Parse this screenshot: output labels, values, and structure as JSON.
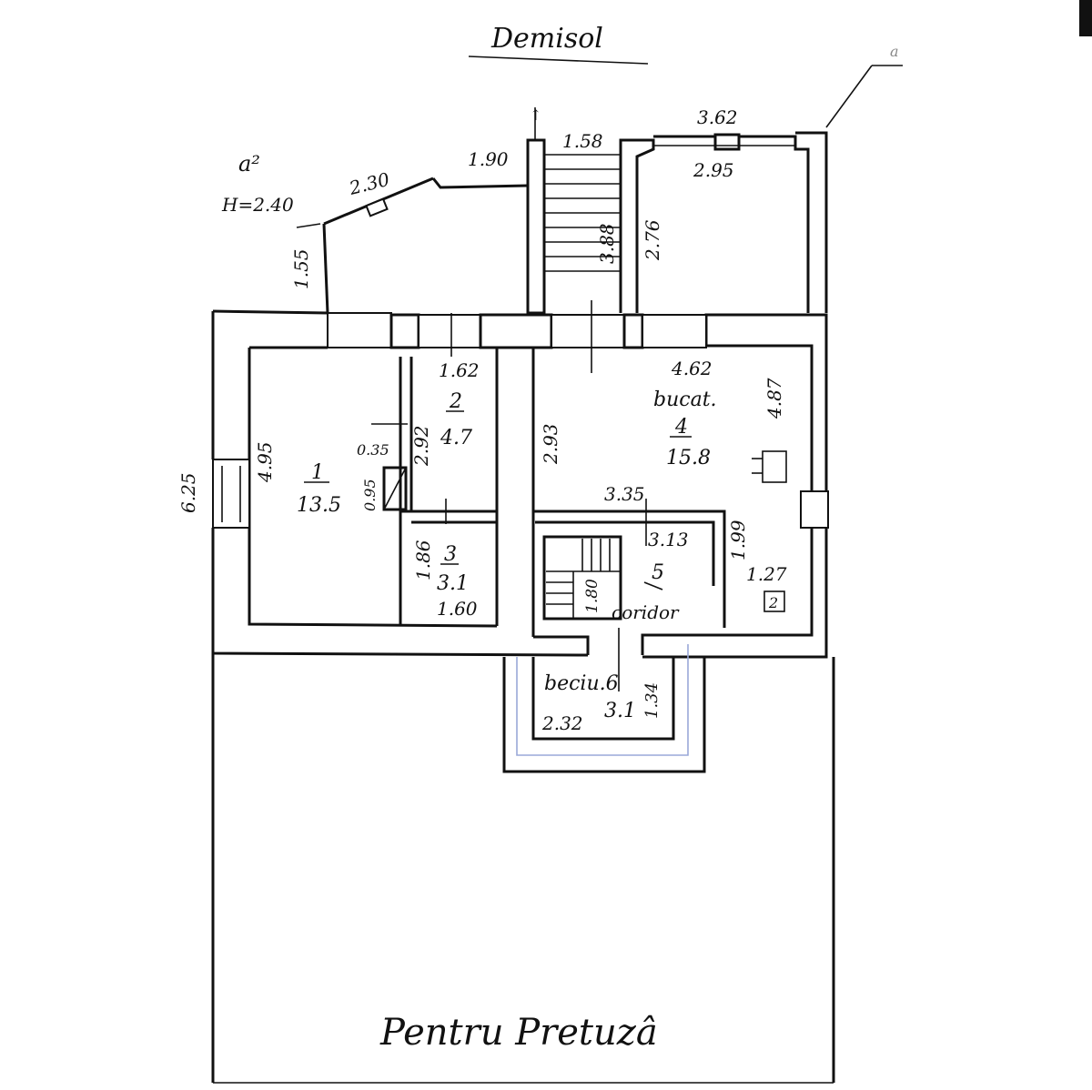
{
  "title": "Demisol",
  "footer_note": "Pentru Pretuzâ",
  "markers": {
    "a_top_right": "a",
    "a2": "a²",
    "a2_height": "H=2.40",
    "arrow_top": "↑"
  },
  "dimensions": {
    "porch_top_left": "2.30",
    "porch_top_right": "1.90",
    "porch_left": "1.55",
    "stair_top": "1.58",
    "stair_len": "3.88",
    "annex_outer_top": "3.62",
    "annex_inner_top": "2.95",
    "annex_height": "2.76",
    "room2_width": "1.62",
    "room2_height": "2.92",
    "room1_height": "4.95",
    "room1_door_a": "0.35",
    "room1_door_b": "0.95",
    "building_depth": "6.25",
    "room3_height": "1.86",
    "room3_width": "1.60",
    "corridor_height": "2.93",
    "room4_width": "4.62",
    "room4_height": "4.87",
    "room5_width_top": "3.35",
    "room5_width_mid": "3.13",
    "room5_stair": "1.80",
    "closet_height": "1.99",
    "closet_width": "1.27",
    "room6_height": "1.34",
    "room6_width": "2.32"
  },
  "rooms": {
    "room1": {
      "number": "1",
      "area": "13.5"
    },
    "room2": {
      "number": "2",
      "area": "4.7"
    },
    "room3": {
      "number": "3",
      "area": "3.1"
    },
    "room4": {
      "name": "bucat.",
      "number": "4",
      "area": "15.8"
    },
    "room5": {
      "number": "5",
      "name": "coridor"
    },
    "room6": {
      "name": "beciu.6",
      "area": "3.1"
    }
  },
  "symbols": {
    "boiler": "2"
  }
}
